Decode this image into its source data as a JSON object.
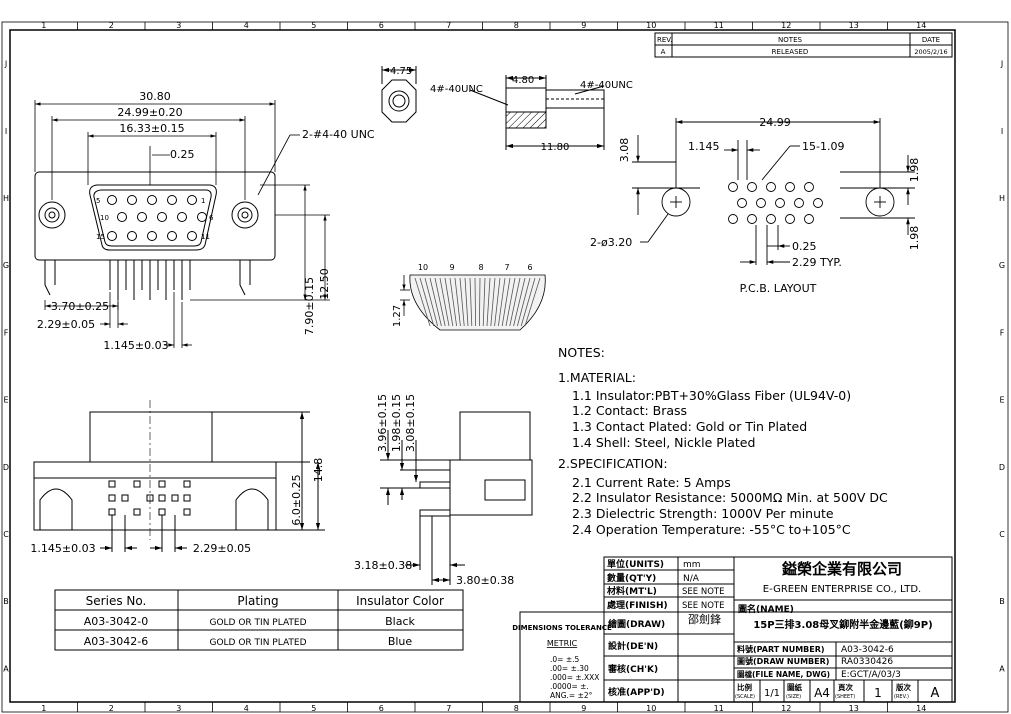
{
  "border": {
    "cols": [
      "1",
      "2",
      "3",
      "4",
      "5",
      "6",
      "7",
      "8",
      "9",
      "10",
      "11",
      "12",
      "13",
      "14"
    ],
    "rows": [
      "J",
      "I",
      "H",
      "G",
      "F",
      "E",
      "D",
      "C",
      "B",
      "A"
    ]
  },
  "revision": {
    "rev_header": "REV.",
    "notes_header": "NOTES",
    "date_header": "DATE",
    "rev": "A",
    "note": "RELEASED",
    "date": "2005/2/16"
  },
  "front_view": {
    "dim_overall": "30.80",
    "dim_mount": "24.99±0.20",
    "dim_shell": "16.33±0.15",
    "dim_025": "0.25",
    "screw": "2-#4-40 UNC",
    "dim_370": "3.70±0.25",
    "dim_229": "2.29±0.05",
    "dim_1145": "1.145±0.03",
    "dim_790": "7.90±0.15",
    "dim_1250": "12.50",
    "pin_5": "5",
    "pin_1": "1",
    "pin_10": "10",
    "pin_6": "6",
    "pin_15": "15",
    "pin_11": "11"
  },
  "hex_view": {
    "dim_475": "4.75",
    "dim_480": "4.80",
    "label_left": "4#-40UNC",
    "label_right": "4#-40UNC",
    "dim_1180": "11.80"
  },
  "pcb": {
    "dim_2499": "24.99",
    "dim_308": "3.08",
    "dim_1145": "1.145",
    "holes": "15-1.09",
    "dim_198a": "1.98",
    "dim_198b": "1.98",
    "mount": "2-ø3.20",
    "dim_025": "0.25",
    "dim_229": "2.29 TYP.",
    "title": "P.C.B. LAYOUT"
  },
  "pin_detail": {
    "labels": [
      "10",
      "9",
      "8",
      "7",
      "6"
    ],
    "dim": "1.27"
  },
  "bottom_view": {
    "dim_600": "6.0±0.25",
    "dim_148": "14.8",
    "dim_1145": "1.145±0.03",
    "dim_229": "2.29±0.05"
  },
  "side_view": {
    "dim_396": "3.96±0.15",
    "dim_198": "1.98±0.15",
    "dim_308": "3.08±0.15",
    "dim_318": "3.18±0.38",
    "dim_380": "3.80±0.38"
  },
  "notes": {
    "title": "NOTES:",
    "material_title": "1.MATERIAL:",
    "material": [
      "1.1  Insulator:PBT+30%Glass Fiber (UL94V-0)",
      "1.2  Contact: Brass",
      "1.3  Contact Plated: Gold or Tin Plated",
      "1.4  Shell: Steel, Nickle Plated"
    ],
    "spec_title": "2.SPECIFICATION:",
    "spec": [
      "2.1  Current Rate: 5 Amps",
      "2.2  Insulator Resistance: 5000MΩ  Min. at 500V DC",
      "2.3  Dielectric Strength: 1000V Per minute",
      "2.4  Operation Temperature: -55°C to+105°C"
    ]
  },
  "series_table": {
    "headers": [
      "Series No.",
      "Plating",
      "Insulator Color"
    ],
    "rows": [
      [
        "A03-3042-0",
        "GOLD OR TIN PLATED",
        "Black"
      ],
      [
        "A03-3042-6",
        "GOLD OR TIN PLATED",
        "Blue"
      ]
    ]
  },
  "tolerance": {
    "title": "DIMENSIONS TOLERANCE",
    "metric": "METRIC",
    "lines": [
      ".0= ±.5",
      ".00= ±.30",
      ".000= ±.XXX",
      ".0000= ±.",
      "ANG.= ±2°"
    ]
  },
  "title_block": {
    "units_label": "單位(UNITS)",
    "units": "mm",
    "qty_label": "數量(QT'Y)",
    "qty": "N/A",
    "material_label": "材料(MT'L)",
    "material": "SEE NOTE",
    "finish_label": "處理(FINISH)",
    "finish": "SEE NOTE",
    "drawn_label": "繪圖(DRAW)",
    "drawn": "邵劍鋒",
    "design_label": "設計(DE'N)",
    "check_label": "審核(CH'K)",
    "approve_label": "核准(APP'D)",
    "company_cn": "鎰榮企業有限公司",
    "company_en": "E-GREEN ENTERPRISE CO., LTD.",
    "name_label": "圖名(NAME)",
    "name": "15P三排3.08母叉鉚附半金邊藍(鉚9P)",
    "part_label": "料號(PART NUMBER)",
    "part": "A03-3042-6",
    "draw_no_label": "圖號(DRAW NUMBER)",
    "draw_no": "RA0330426",
    "file_label": "圖檔(FILE NAME, DWG)",
    "file": "E:GCT/A/03/3",
    "scale_label": "比例",
    "scale_sub": "(SCALE)",
    "scale": "1/1",
    "size_label": "圖紙",
    "size_sub": "(SIZE)",
    "size": "A4",
    "sheet_label": "頁次",
    "sheet_sub": "(SHEET)",
    "sheet": "1",
    "rev_label": "版次",
    "rev_sub": "(REV.)",
    "rev": "A"
  }
}
